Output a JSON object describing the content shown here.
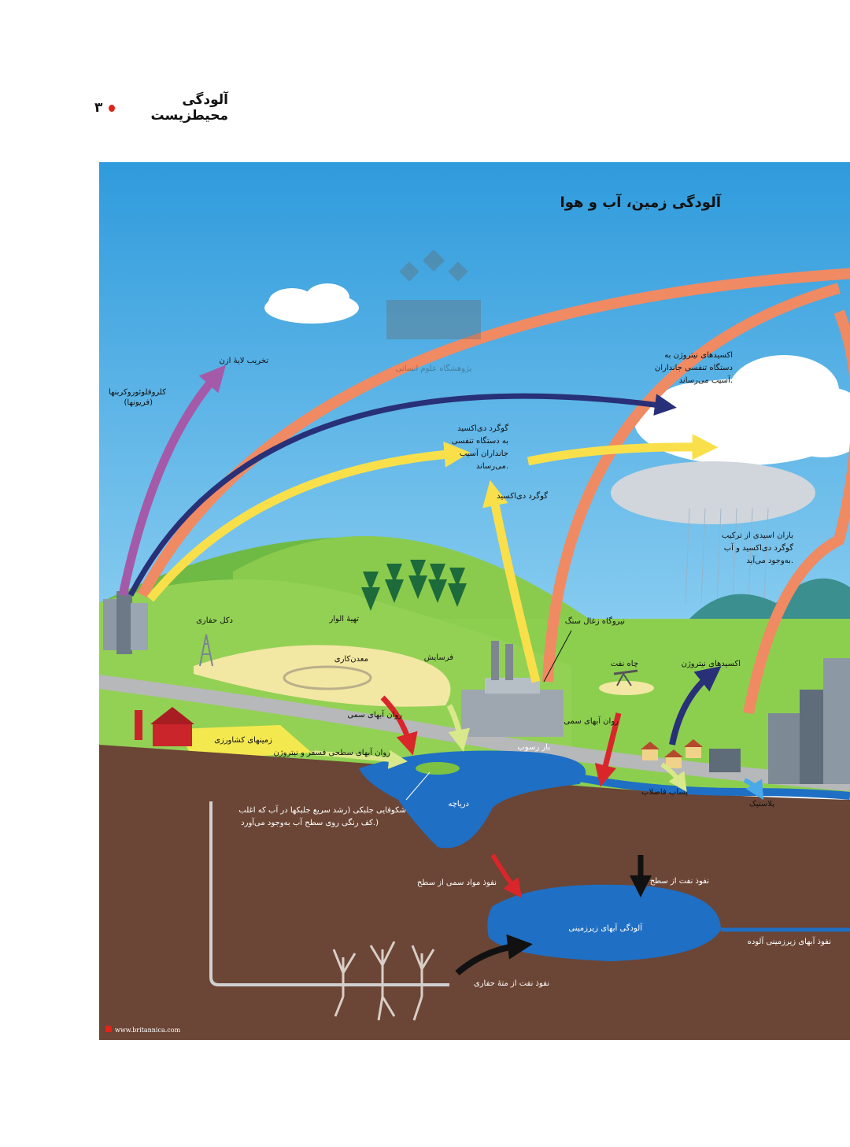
{
  "header": {
    "title": "آلودگی محیطزیست",
    "page_number": "۳"
  },
  "figure": {
    "title": "آلودگی زمین، آب و هوا",
    "credit": "www.britannica.com",
    "labels": {
      "ozone": "تخریب لایهٔ ازن",
      "cfc1": "کلروفلوئوروکربنها",
      "cfc2": "(فریونها)",
      "nox_note1": "اکسیدهای نیتروژن به",
      "nox_note2": "دستگاه تنفسی جانداران",
      "nox_note3": "آسیب می‌رساند.",
      "so2_note1": "گوگرد دی‌اکسید",
      "so2_note2": "به دستگاه تنفسی",
      "so2_note3": "جانداران آسیب",
      "so2_note4": "می‌رساند.",
      "so2": "گوگرد دی‌اکسید",
      "acid1": "باران اسیدی از ترکیب",
      "acid2": "گوگرد دی‌اکسید و آب",
      "acid3": "به‌وجود می‌آید.",
      "drill_rig": "دکل حفاری",
      "deforest": "تهیهٔ الوار",
      "coal_plant": "نیروگاه زغال سنگ",
      "mining": "معدن‌کاری",
      "erosion": "فرسایش",
      "oil_well": "چاه نفت",
      "nox": "اکسیدهای نیتروژن",
      "toxic_runoff_left": "روان آبهای سمی",
      "toxic_runoff_right": "روان آبهای سمی",
      "farmland": "زمینهای کشاورزی",
      "phos": "روان آبهای سطحی فسفر و نیتروژن",
      "sediment": "بار رسوب",
      "sewage": "پساب فاضلاب",
      "plastic": "پلاستیک",
      "lake": "دریاچه",
      "algae1": "شکوفایی جلبکی (رشد سریع جلبکها در آب که اغلب",
      "algae2": "کف رنگی روی سطح آب به‌وجود می‌آورد.)",
      "seep_toxic": "نفوذ مواد سمی از سطح",
      "seep_oil": "نفوذ نفت از سطح",
      "groundwater": "آلودگی آبهای زیرزمینی",
      "polluted_gw": "نفوذ آبهای زیرزمینی آلوده",
      "drill_oil": "نفوذ نفت از متهٔ حفاری"
    },
    "watermark": "پژوهشگاه علوم انسانی"
  },
  "colors": {
    "sky": "#3fa6e0",
    "grass": "#7cc142",
    "soil": "#6b4535",
    "water": "#1f6fc4",
    "road": "#b7b8ba",
    "orange": "#f08a63",
    "navy": "#283078",
    "purple": "#a45aa8",
    "yellow": "#f9e04a",
    "red": "#d9262b",
    "black": "#111111"
  },
  "icons": [
    "factory-icon",
    "barn-icon",
    "tree-icon",
    "oil-pump-icon",
    "house-icon",
    "root-icon"
  ]
}
